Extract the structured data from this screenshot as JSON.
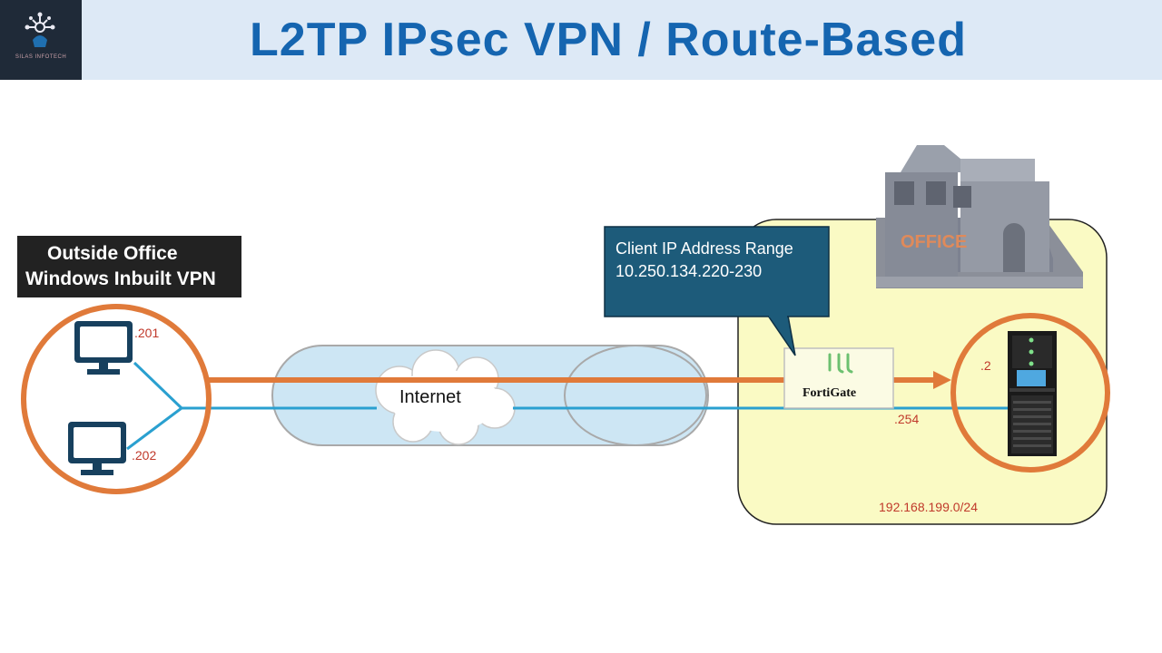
{
  "header": {
    "title": "L2TP IPsec VPN / Route-Based",
    "logo_text": "SILAS INFOTECH"
  },
  "remote": {
    "label_line1": "Outside Office",
    "label_line2": "Windows Inbuilt VPN",
    "pc1_ip": ".201",
    "pc2_ip": ".202"
  },
  "internet": {
    "label": "Internet"
  },
  "callout": {
    "line1": "Client IP Address Range",
    "line2": "10.250.134.220-230"
  },
  "office": {
    "building_label": "OFFICE",
    "firewall_label": "FortiGate",
    "firewall_ip": ".254",
    "server_ip": ".2",
    "subnet": "192.168.199.0/24"
  },
  "colors": {
    "title": "#1565b0",
    "header_bg": "#dde9f6",
    "tunnel_orange": "#e07a3a",
    "link_blue": "#2aa0d0",
    "office_zone": "#fafac4",
    "callout_bg": "#1d5b7a",
    "ip_red": "#c0392b"
  }
}
